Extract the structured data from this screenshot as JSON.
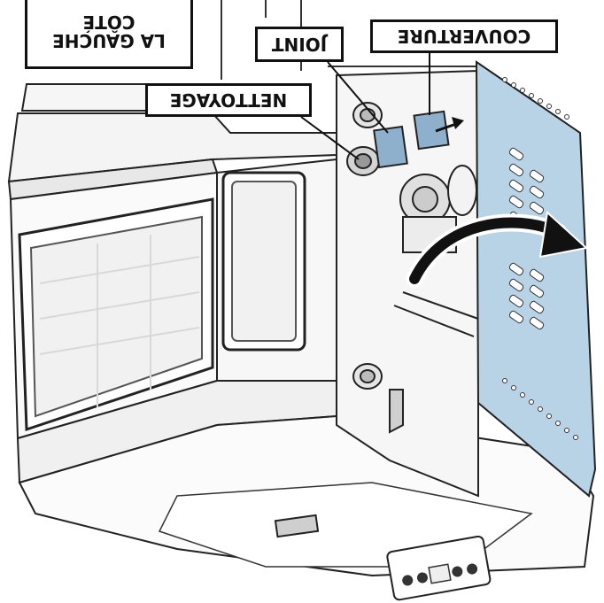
{
  "labels": {
    "side_line1": "LA GAUCHE",
    "side_line2": "CÔTÉ",
    "joint": "JOINT",
    "cover": "COUVERTURE",
    "cleaning": "NETTOYAGE"
  },
  "icons": [
    "curved-arrow-icon",
    "straight-arrow-icon"
  ],
  "colors": {
    "cover_panel": "#b9d3e6",
    "highlight_squares": "#8fb0cc",
    "outline": "#111111"
  }
}
